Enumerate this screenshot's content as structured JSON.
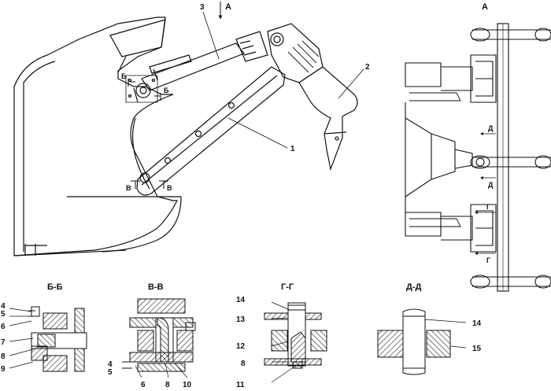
{
  "view_a_top_label": "А",
  "view_a_title": "А",
  "callouts_main": {
    "c1": "1",
    "c2": "2",
    "c3": "3"
  },
  "cut_marks": {
    "b_top": "Б",
    "b_bottom": "Б",
    "v_left": "В",
    "v_right": "В",
    "d_top": "Д",
    "d_bottom": "Д",
    "g_top": "Г",
    "g_bottom": "Г"
  },
  "sections": {
    "bb": {
      "title": "Б-Б",
      "callouts": [
        "4",
        "5",
        "6",
        "7",
        "8",
        "9"
      ]
    },
    "vv": {
      "title": "В-В",
      "callouts": [
        "4",
        "5",
        "6",
        "8",
        "10"
      ]
    },
    "gg": {
      "title": "Г-Г",
      "callouts": [
        "14",
        "13",
        "12",
        "8",
        "11"
      ]
    },
    "dd": {
      "title": "Д-Д",
      "callouts": [
        "14",
        "15"
      ]
    }
  },
  "colors": {
    "line": "#111111",
    "hatch": "#222222",
    "paper": "#ffffff"
  }
}
